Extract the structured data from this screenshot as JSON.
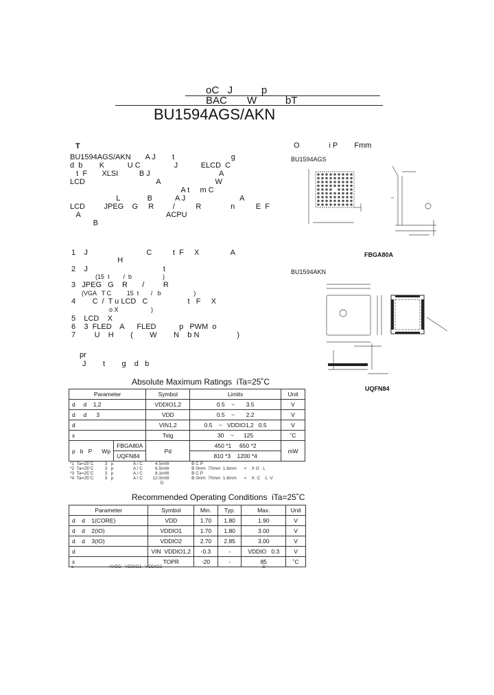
{
  "header": {
    "line1": "oC   J          p",
    "line2": "BAC       W          bT",
    "part_no": "BU1594AGS/AKN"
  },
  "intro": {
    "heading": "T",
    "lines": [
      "BU1594AGS/AKN       A J        t                           g",
      "d  b        K           U C                J           ELCD  C",
      "   t  F       XLSI          B J                                 A",
      "LCD                                  A                          W",
      "                                                     A t     m C",
      "                      L             B           A J                          A",
      "LCD         JPEG    G     R         /          R              n          E  F",
      "   A                                         ACPU",
      "           B"
    ]
  },
  "features": {
    "items": [
      "1    J                            C          t  F     X               A",
      "                      H",
      "2    J                                    t",
      "              (15  t        /  b                  )",
      "3   JPEG   G    R       /         R",
      "      (VGA   T C         15  t       /   b                   )",
      "4        C  /  T u LCD   C                   t   F     X",
      "                      o X                   )",
      "5    LCD    X",
      "6    3  FLED    A      FLED           p   PWM  o",
      "7         U    H        (        W        N    b N                  )"
    ]
  },
  "apps": {
    "line1": "pr",
    "line2": "J        t        g    d   b"
  },
  "right": {
    "heading": "O              i P        Fmm",
    "pkg1_name": "BU1594AGS",
    "pkg1_label": "FBGA80A",
    "pkg2_name": "BU1594AKN",
    "pkg2_label": "UQFN84"
  },
  "abs_max": {
    "title": "Absolute Maximum Ratings  iTa=25˚C",
    "headers": [
      "Parameter",
      "Symbol",
      "Limits",
      "Unit"
    ],
    "rows": [
      [
        "d     d    1,2",
        "VDDIO1,2",
        "0.5    ~       3.5",
        "V"
      ],
      [
        "d     d      3",
        "VDD",
        "0.5    ~       2.2",
        "V"
      ],
      [
        "d",
        "VIN1,2",
        "0.5    ~   VDDIO1,2   0.5",
        "V"
      ],
      [
        "x",
        "Tstg",
        "30    ~      125",
        "˚C"
      ]
    ],
    "pd_param": "p   b   P      Wp",
    "pd_pkg1": "FBGA80A",
    "pd_pkg2": "UQFN84",
    "pd_symbol": "Pd",
    "pd_v1": "450 *1     650 *2",
    "pd_v2": "810 *3    1200 *4",
    "pd_unit": "mW",
    "notes": [
      "*1  Ta=25˚C         3   p                A / C          4.5mW                  B C P",
      "*2  Ta=25˚C         3   p                A / C          6.5mW                  B 0mm  70mm  1.6mm      <    X G   L",
      "*3  Ta=25˚C         3   p                A / C          8.1mW                  B C P",
      "*4  Ta=25˚C         3   p                A / C        12.0mW                  B 0mm  70mm  1.6mm      <    X  C    L  V",
      "                                                                         D"
    ]
  },
  "rec_op": {
    "title": "Recommended Operating Conditions  iTa=25˚C",
    "headers": [
      "Parameter",
      "Symbol",
      "Min.",
      "Typ.",
      "Max.",
      "Unit"
    ],
    "rows": [
      [
        "d    d    1(CORE)",
        "VDD",
        "1.70",
        "1.80",
        "1.90",
        "V"
      ],
      [
        "d    d    2(IO)",
        "VDDIO1",
        "1.70",
        "1.80",
        "3.00",
        "V"
      ],
      [
        "d    d    3(IO)",
        "VDDIO2",
        "2.70",
        "2.85",
        "3.00",
        "V"
      ],
      [
        "d",
        "VIN  VDDIO1,2",
        "-0.3",
        "-",
        "VDDIO   0.3",
        "V"
      ],
      [
        "x",
        "TOPR",
        "-20",
        "-",
        "85",
        "˚C"
      ]
    ],
    "note": "c                             AVDD   VDDIO1   VDDIO2                                                                                 D"
  }
}
